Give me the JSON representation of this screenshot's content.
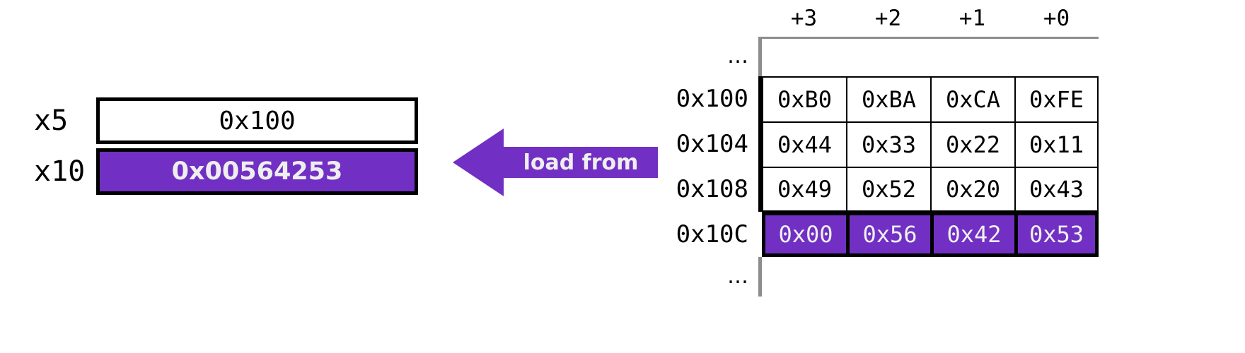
{
  "registers": {
    "rows": [
      {
        "name": "x5",
        "value": "0x100",
        "highlighted": false
      },
      {
        "name": "x10",
        "value": "0x00564253",
        "highlighted": true
      }
    ]
  },
  "arrow": {
    "label": "load from",
    "direction": "left",
    "color": "#7130c3"
  },
  "memory": {
    "column_headers": [
      "+3",
      "+2",
      "+1",
      "+0"
    ],
    "ellipsis_top": "…",
    "ellipsis_bottom": "…",
    "rows": [
      {
        "address": "0x100",
        "bytes": [
          "0xB0",
          "0xBA",
          "0xCA",
          "0xFE"
        ],
        "highlighted": false
      },
      {
        "address": "0x104",
        "bytes": [
          "0x44",
          "0x33",
          "0x22",
          "0x11"
        ],
        "highlighted": false
      },
      {
        "address": "0x108",
        "bytes": [
          "0x49",
          "0x52",
          "0x20",
          "0x43"
        ],
        "highlighted": false
      },
      {
        "address": "0x10C",
        "bytes": [
          "0x00",
          "0x56",
          "0x42",
          "0x53"
        ],
        "highlighted": true
      }
    ]
  },
  "colors": {
    "highlight": "#7130c3",
    "border": "#000000",
    "spine": "#8c8c8c"
  }
}
